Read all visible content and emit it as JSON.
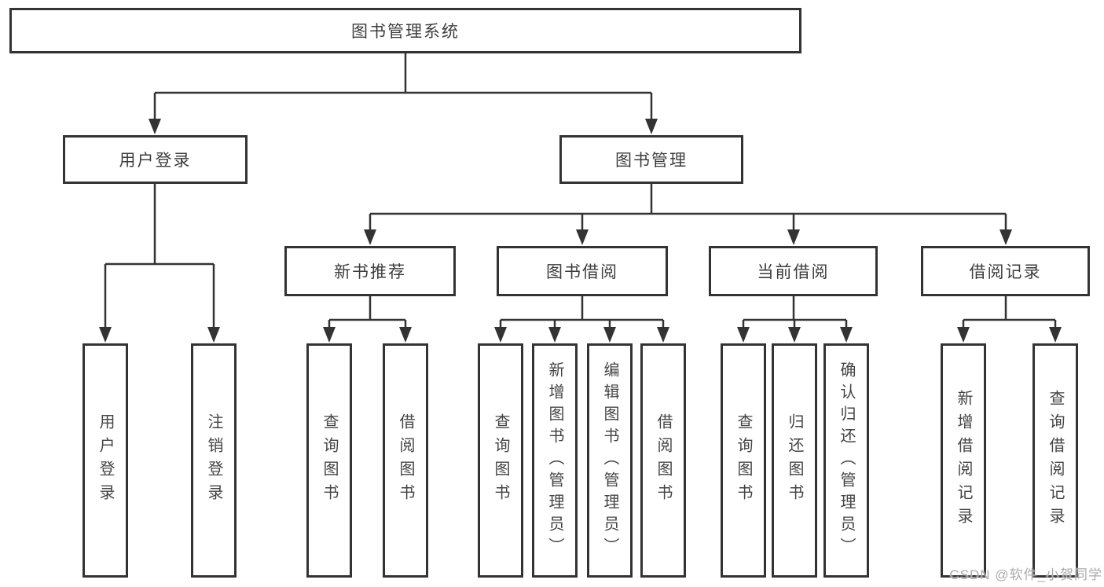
{
  "watermark": "CSDN @软件_小贺同学",
  "colors": {
    "line": "#333333",
    "box_border": "#333333",
    "box_background": "#ffffff",
    "text": "#3d3d3d",
    "watermark": "#ababab"
  },
  "tree": {
    "label": "图书管理系统",
    "children": [
      {
        "label": "用户登录",
        "children": [
          {
            "label": "用户登录"
          },
          {
            "label": "注销登录"
          }
        ]
      },
      {
        "label": "图书管理",
        "children": [
          {
            "label": "新书推荐",
            "children": [
              {
                "label": "查询图书"
              },
              {
                "label": "借阅图书"
              }
            ]
          },
          {
            "label": "图书借阅",
            "children": [
              {
                "label": "查询图书"
              },
              {
                "label": "新增图书（管理员）"
              },
              {
                "label": "编辑图书（管理员）"
              },
              {
                "label": "借阅图书"
              }
            ]
          },
          {
            "label": "当前借阅",
            "children": [
              {
                "label": "查询图书"
              },
              {
                "label": "归还图书"
              },
              {
                "label": "确认归还（管理员）"
              }
            ]
          },
          {
            "label": "借阅记录",
            "children": [
              {
                "label": "新增借阅记录"
              },
              {
                "label": "查询借阅记录"
              }
            ]
          }
        ]
      }
    ]
  }
}
